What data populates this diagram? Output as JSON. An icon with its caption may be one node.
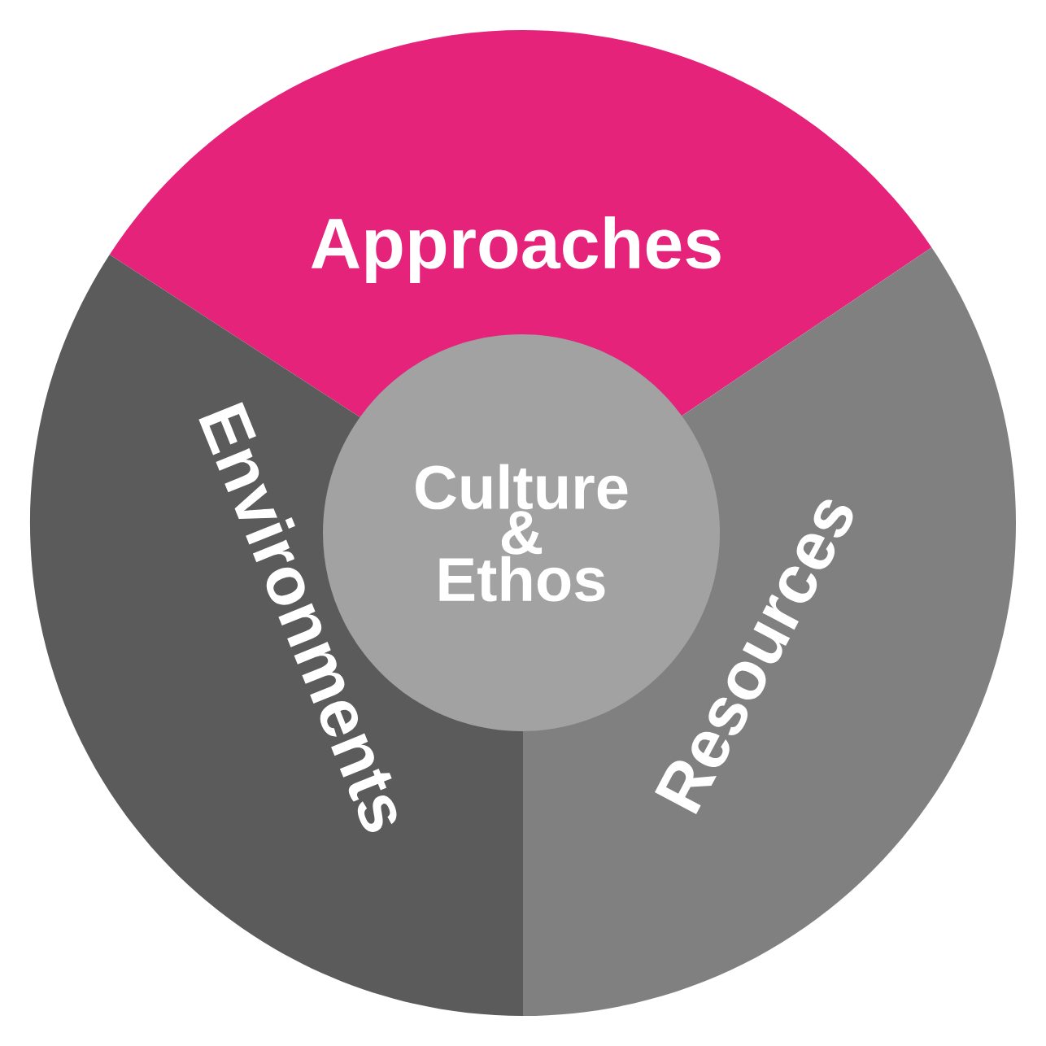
{
  "diagram": {
    "nodes": [
      {
        "text": [
          "Approaches"
        ]
      },
      {
        "text": [
          "Environments"
        ]
      },
      {
        "text": [
          "Resources"
        ]
      },
      {
        "text": [
          "Culture & Ethos"
        ]
      }
    ]
  }
}
